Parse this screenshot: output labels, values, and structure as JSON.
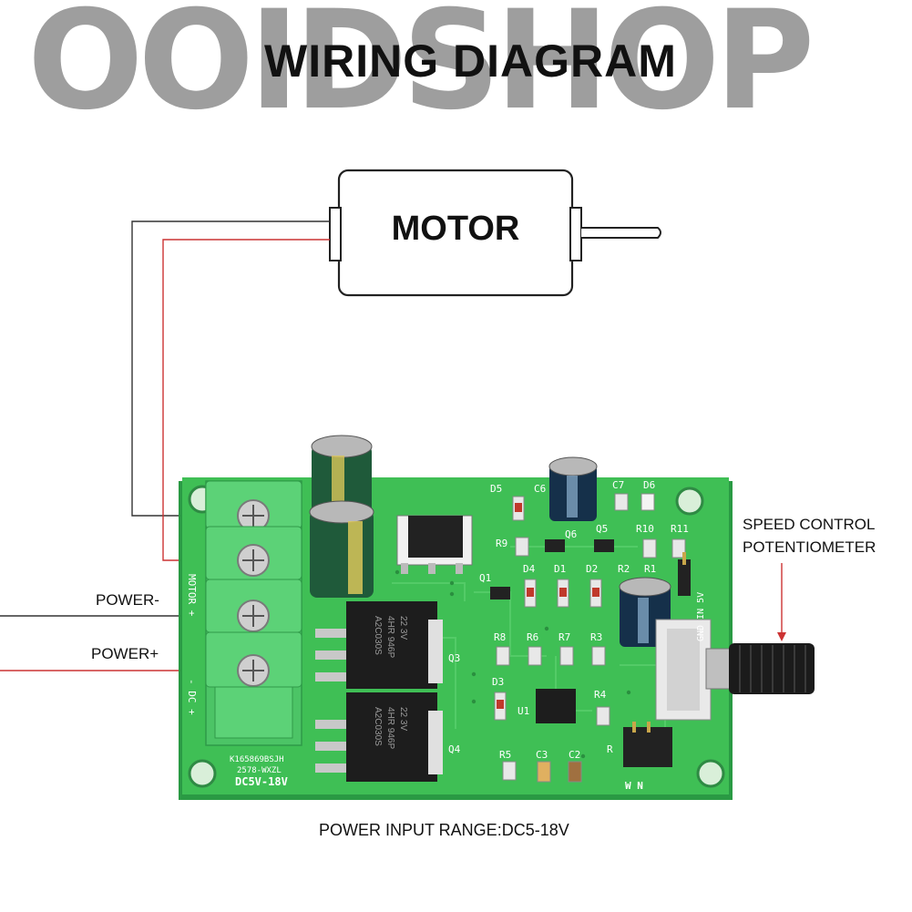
{
  "watermark": "OOIDSHOP",
  "title": "WIRING DIAGRAM",
  "motor_label": "MOTOR",
  "labels": {
    "speed_control_line1": "SPEED CONTROL",
    "speed_control_line2": "POTENTIOMETER",
    "power_minus": "POWER-",
    "power_plus": "POWER+",
    "input_range": "POWER INPUT RANGE:DC5-18V"
  },
  "board": {
    "header_motor": "MOTOR",
    "header_dc": "DC",
    "model_line1": "K165869BSJH",
    "model_line2": "2578-WXZL",
    "voltage": "DC5V-18V",
    "pot_pins": [
      "GND",
      "IN",
      "5V"
    ],
    "jumper_pins": [
      "W",
      "N"
    ],
    "components": [
      "D5",
      "C6",
      "C7",
      "D6",
      "Q6",
      "Q5",
      "R10",
      "R11",
      "R9",
      "D4",
      "D1",
      "D2",
      "R2",
      "R1",
      "Q1",
      "R8",
      "R6",
      "R7",
      "R3",
      "Q3",
      "D3",
      "R4",
      "U1",
      "Q4",
      "R5",
      "C3",
      "C2",
      "R"
    ],
    "mosfet_text": [
      "A2C030S",
      "4HR 946P",
      "22 3V"
    ]
  },
  "colors": {
    "board_green": "#3fbf55",
    "terminal_green": "#5cd277",
    "wire_black": "#333333",
    "wire_red": "#cc3333"
  }
}
